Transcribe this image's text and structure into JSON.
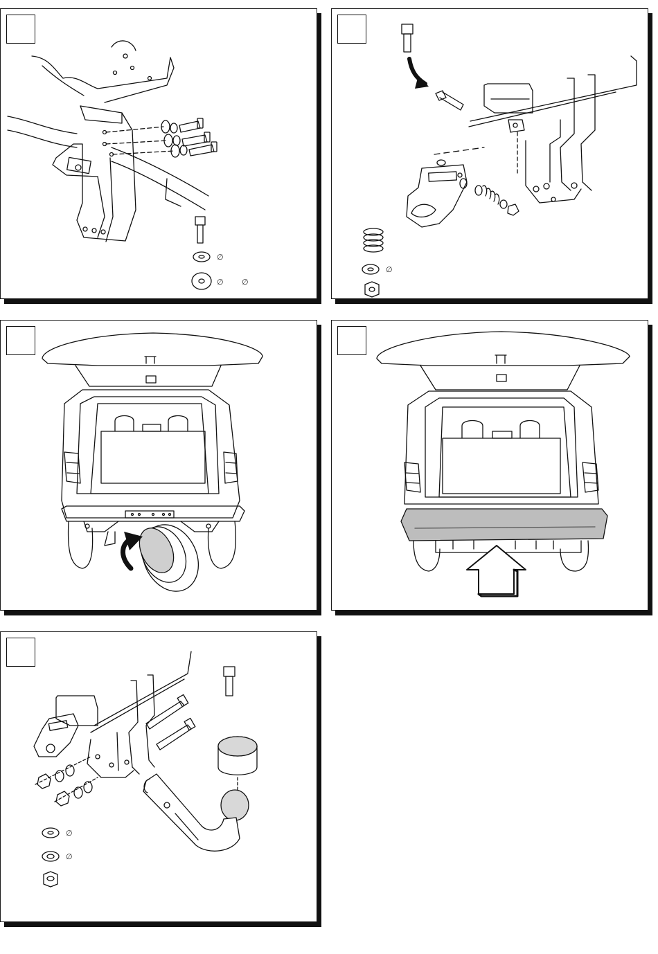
{
  "symbols": {
    "diameter": "∅"
  },
  "panels": [
    {
      "id": "panel-1"
    },
    {
      "id": "panel-2"
    },
    {
      "id": "panel-3"
    },
    {
      "id": "panel-4"
    },
    {
      "id": "panel-5"
    }
  ]
}
